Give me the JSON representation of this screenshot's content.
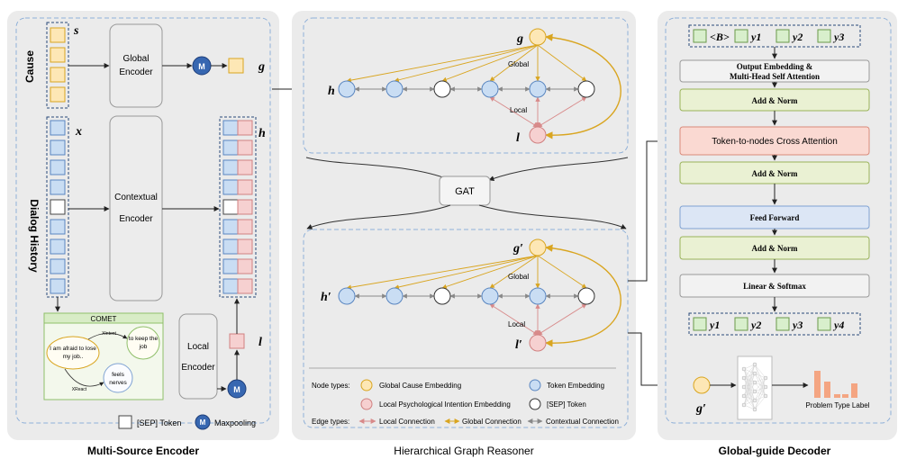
{
  "panels": {
    "encoder": {
      "title": "Multi-Source Encoder"
    },
    "reasoner": {
      "title": "Hierarchical Graph Reasoner"
    },
    "decoder": {
      "title": "Global-guide Decoder"
    }
  },
  "encoder": {
    "cause_label": "Cause",
    "dialog_label": "Dialog History",
    "s_label": "s",
    "x_label": "x",
    "g_label": "g",
    "h_label": "h",
    "l_label": "l",
    "global_encoder": [
      "Global",
      "Encoder"
    ],
    "contextual_encoder": [
      "Contextual",
      "Encoder"
    ],
    "local_encoder": [
      "Local",
      "Encoder"
    ],
    "m_label": "M",
    "comet": {
      "title": "COMET",
      "source": [
        "I am afraid to lose",
        "my job.."
      ],
      "intent": [
        "to keep the",
        "job"
      ],
      "react": [
        "feels",
        "nerves"
      ],
      "rel_intent": "XIntent",
      "rel_react": "XReact"
    },
    "legend": {
      "sep": "[SEP] Token",
      "maxpool": "Maxpooling"
    }
  },
  "reasoner": {
    "g": "g",
    "h": "h",
    "l": "l",
    "g2": "g′",
    "h2": "h′",
    "l2": "l′",
    "global": "Global",
    "local": "Local",
    "gat": "GAT",
    "legend": {
      "node_types": "Node types:",
      "edge_types": "Edge types:",
      "global_cause": "Global Cause Embedding",
      "token": "Token Embedding",
      "local_psych": "Local Psychological Intention Embedding",
      "sep": "[SEP] Token",
      "local_conn": "Local Connection",
      "global_conn": "Global Connection",
      "ctx_conn": "Contextual Connection"
    }
  },
  "decoder": {
    "inputs": [
      "<B>",
      "y1",
      "y2",
      "y3"
    ],
    "outputs": [
      "y1",
      "y2",
      "y3",
      "y4"
    ],
    "layers": [
      "Output Embedding &",
      "Multi-Head Self Attention",
      "Add & Norm",
      "Token-to-nodes Cross Attention",
      "Add & Norm",
      "Feed Forward",
      "Add & Norm",
      "Linear & Softmax"
    ],
    "g_prime": "g′",
    "problem_label": "Problem Type Label"
  },
  "colors": {
    "panel_bg": "#ebebeb",
    "dash_blue": "#8fb0d8",
    "cause_fill": "#fde7b5",
    "cause_stroke": "#d9a520",
    "token_fill": "#c9ddf3",
    "token_stroke": "#5a86c0",
    "local_fill": "#f6d0d0",
    "local_stroke": "#d08080",
    "addnorm_fill": "#eaf1d3",
    "addnorm_stroke": "#9ab35a",
    "cross_fill": "#fad9d2",
    "cross_stroke": "#d98a7a",
    "ff_fill": "#dce6f5",
    "ff_stroke": "#7fa2d2",
    "y_fill": "#d8efcc",
    "bar_color": "#f4a582",
    "maxpool_fill": "#3767b1"
  }
}
